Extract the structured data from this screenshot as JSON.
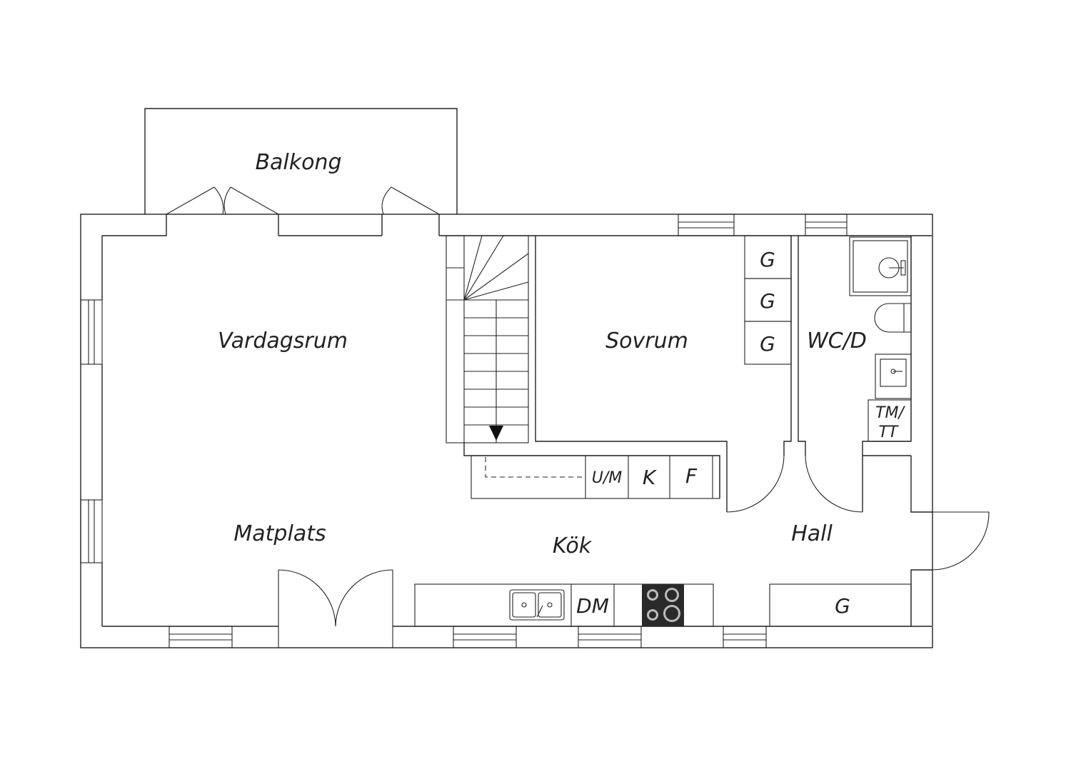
{
  "rooms": {
    "balkong": "Balkong",
    "vardagsrum": "Vardagsrum",
    "sovrum": "Sovrum",
    "wcd": "WC/D",
    "matplats": "Matplats",
    "kok": "Kök",
    "hall": "Hall"
  },
  "fixtures": {
    "wardrobe": "G",
    "kitchen_um": "U/M",
    "kitchen_k": "K",
    "kitchen_f": "F",
    "dishwasher": "DM",
    "tm_line1": "TM/",
    "tm_line2": "TT"
  },
  "colors": {
    "line": "#222222",
    "stove": "#2a2a2a"
  }
}
